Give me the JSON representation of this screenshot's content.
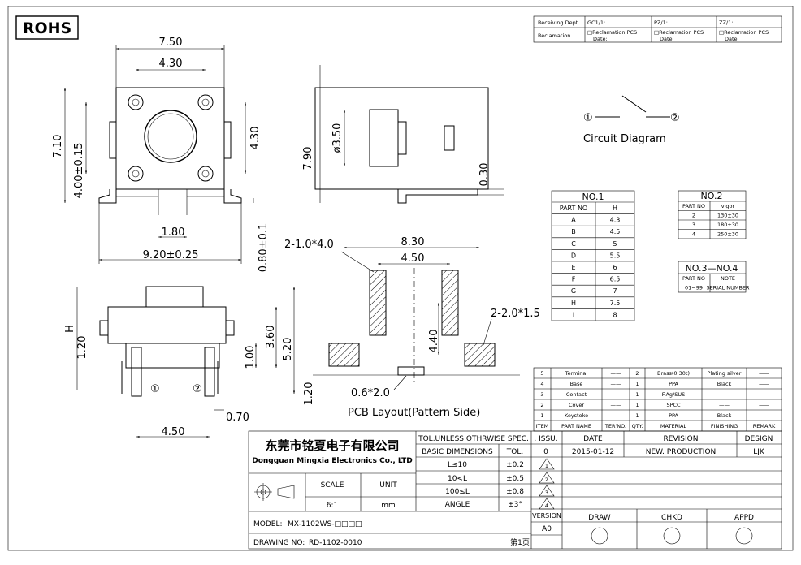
{
  "rohs": "ROHS",
  "receiving": {
    "receiving_dept": "Receiving Dept",
    "gc": "GC1/1:",
    "pz": "PZ/1:",
    "zz": "ZZ/1:",
    "reclamation": "Reclamation",
    "recl_pcs": "□Reclamation  PCS",
    "date": "Date:"
  },
  "dims_top": {
    "d750": "7.50",
    "d430": "4.30",
    "d710": "7.10",
    "d400": "4.00±0.15",
    "d430v": "4.30",
    "d180": "1.80",
    "d920": "9.20±0.25",
    "d080": "0.80±0.1"
  },
  "dims_side": {
    "d790": "7.90",
    "d350": "ø3.50",
    "d030": "0.30"
  },
  "dims_front": {
    "H": "H",
    "d120": "1.20",
    "d100": "1.00",
    "d360": "3.60",
    "d520": "5.20",
    "d070": "0.70",
    "d450": "4.50",
    "pin1": "①",
    "pin2": "②"
  },
  "circuit": {
    "label": "Circuit Diagram",
    "pin1": "①",
    "pin2": "②"
  },
  "pcb": {
    "hole1": "2-1.0*4.0",
    "d830": "8.30",
    "d450": "4.50",
    "d440": "4.40",
    "hole2": "2-2.0*1.5",
    "d120": "1.20",
    "d06": "0.6*2.0",
    "label": "PCB Layout(Pattern Side)"
  },
  "table_no1": {
    "title": "NO.1",
    "headers": [
      "PART NO",
      "H"
    ],
    "rows": [
      [
        "A",
        "4.3"
      ],
      [
        "B",
        "4.5"
      ],
      [
        "C",
        "5"
      ],
      [
        "D",
        "5.5"
      ],
      [
        "E",
        "6"
      ],
      [
        "F",
        "6.5"
      ],
      [
        "G",
        "7"
      ],
      [
        "H",
        "7.5"
      ],
      [
        "I",
        "8"
      ]
    ]
  },
  "table_no2": {
    "title": "NO.2",
    "headers": [
      "PART NO",
      "vigor"
    ],
    "rows": [
      [
        "2",
        "130±30"
      ],
      [
        "3",
        "180±30"
      ],
      [
        "4",
        "250±30"
      ]
    ]
  },
  "table_no34": {
    "title": "NO.3—NO.4",
    "headers": [
      "PART NO",
      "NOTE"
    ],
    "rows": [
      [
        "01~99",
        "SERIAL NUMBER"
      ]
    ]
  },
  "bom": {
    "headers": [
      "ITEM",
      "PART NAME",
      "TER'NO.",
      "QTY.",
      "MATERIAL",
      "FINISHING",
      "REMARK"
    ],
    "rows": [
      [
        "5",
        "Terminal",
        "——",
        "2",
        "Brass(0.30t)",
        "Plating silver",
        "——"
      ],
      [
        "4",
        "Base",
        "——",
        "1",
        "PPA",
        "Black",
        "——"
      ],
      [
        "3",
        "Contact",
        "——",
        "1",
        "F.Ag/SUS",
        "——",
        "——"
      ],
      [
        "2",
        "Cover",
        "——",
        "1",
        "SPCC",
        "——",
        "——"
      ],
      [
        "1",
        "Keystoke",
        "——",
        "1",
        "PPA",
        "Black",
        "——"
      ]
    ]
  },
  "title_block": {
    "company_cn": "东莞市铭夏电子有限公司",
    "company_en": "Dongguan Mingxia Electronics Co., LTD",
    "tol_title": "TOL.UNLESS OTHRWISE SPEC.",
    "basic_dim": "BASIC DIMENSIONS",
    "tol": "TOL.",
    "tol_rows": [
      [
        "L≤10",
        "±0.2"
      ],
      [
        "10<L",
        "±0.5"
      ],
      [
        "100≤L",
        "±0.8"
      ],
      [
        "ANGLE",
        "±3°"
      ]
    ],
    "scale": "SCALE",
    "unit": "UNIT",
    "scale_val": "6:1",
    "unit_val": "mm",
    "issu": ". ISSU.",
    "date_h": "DATE",
    "revision_h": "REVISION",
    "design_h": "DESIGN",
    "issue_no": "0",
    "issue_date": "2015-01-12",
    "revision": "NEW. PRODUCTION",
    "designer": "LJK",
    "rev_marks": [
      "1",
      "2",
      "3",
      "4"
    ],
    "version": "VERSION",
    "version_val": "A0",
    "draw": "DRAW",
    "chkd": "CHKD",
    "appd": "APPD",
    "model_label": "MODEL:",
    "model": "MX-1102WS-□□□□",
    "drawing_no_label": "DRAWING NO:",
    "drawing_no": "RD-1102-0010",
    "page": "第1页"
  }
}
